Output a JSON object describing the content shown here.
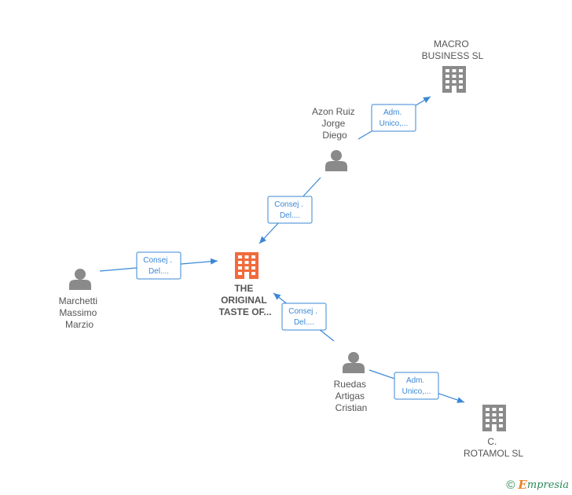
{
  "colors": {
    "company_main": "#f26a3b",
    "company": "#8a8a8a",
    "person": "#8a8a8a",
    "edge": "#3a87d6"
  },
  "nodes": {
    "main": {
      "lines": [
        "THE",
        "ORIGINAL",
        "TASTE OF..."
      ],
      "type": "company-main"
    },
    "macro": {
      "lines": [
        "MACRO",
        "BUSINESS SL"
      ],
      "type": "company"
    },
    "rotamol": {
      "lines": [
        "C.",
        "ROTAMOL SL"
      ],
      "type": "company"
    },
    "azon": {
      "lines": [
        "Azon Ruiz",
        "Jorge",
        "Diego"
      ],
      "type": "person"
    },
    "marchetti": {
      "lines": [
        "Marchetti",
        "Massimo",
        "Marzio"
      ],
      "type": "person"
    },
    "ruedas": {
      "lines": [
        "Ruedas",
        "Artigas",
        "Cristian"
      ],
      "type": "person"
    }
  },
  "edges": {
    "azon_macro": {
      "lines": [
        "Adm.",
        "Unico,..."
      ]
    },
    "azon_main": {
      "lines": [
        "Consej .",
        "Del...."
      ]
    },
    "marchetti_main": {
      "lines": [
        "Consej .",
        "Del...."
      ]
    },
    "ruedas_main": {
      "lines": [
        "Consej .",
        "Del...."
      ]
    },
    "ruedas_rotamol": {
      "lines": [
        "Adm.",
        "Unico,..."
      ]
    }
  },
  "footer": {
    "copyright": "©",
    "brand_e": "E",
    "brand_rest": "mpresia"
  }
}
